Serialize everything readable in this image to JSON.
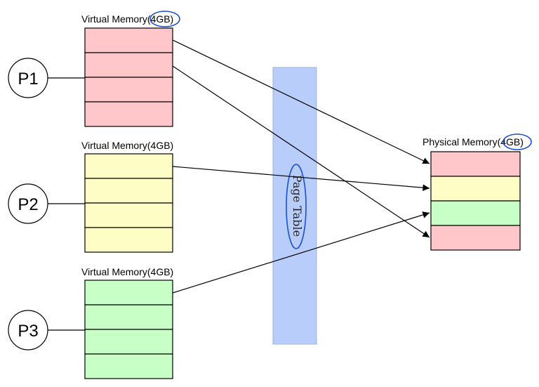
{
  "processes": [
    {
      "label": "P1",
      "vm_label": "Virtual Memory(4GB)"
    },
    {
      "label": "P2",
      "vm_label": "Virtual Memory(4GB)"
    },
    {
      "label": "P3",
      "vm_label": "Virtual Memory(4GB)"
    }
  ],
  "page_table": {
    "label": "Page Table"
  },
  "physical_memory": {
    "label": "Physical Memory(4GB)"
  },
  "colors": {
    "p1_pages": "#ffc7c9",
    "p2_pages": "#fffdc6",
    "p3_pages": "#c8ffc6",
    "page_table": "#b9cdfb",
    "annotation": "#1a4fd6"
  }
}
